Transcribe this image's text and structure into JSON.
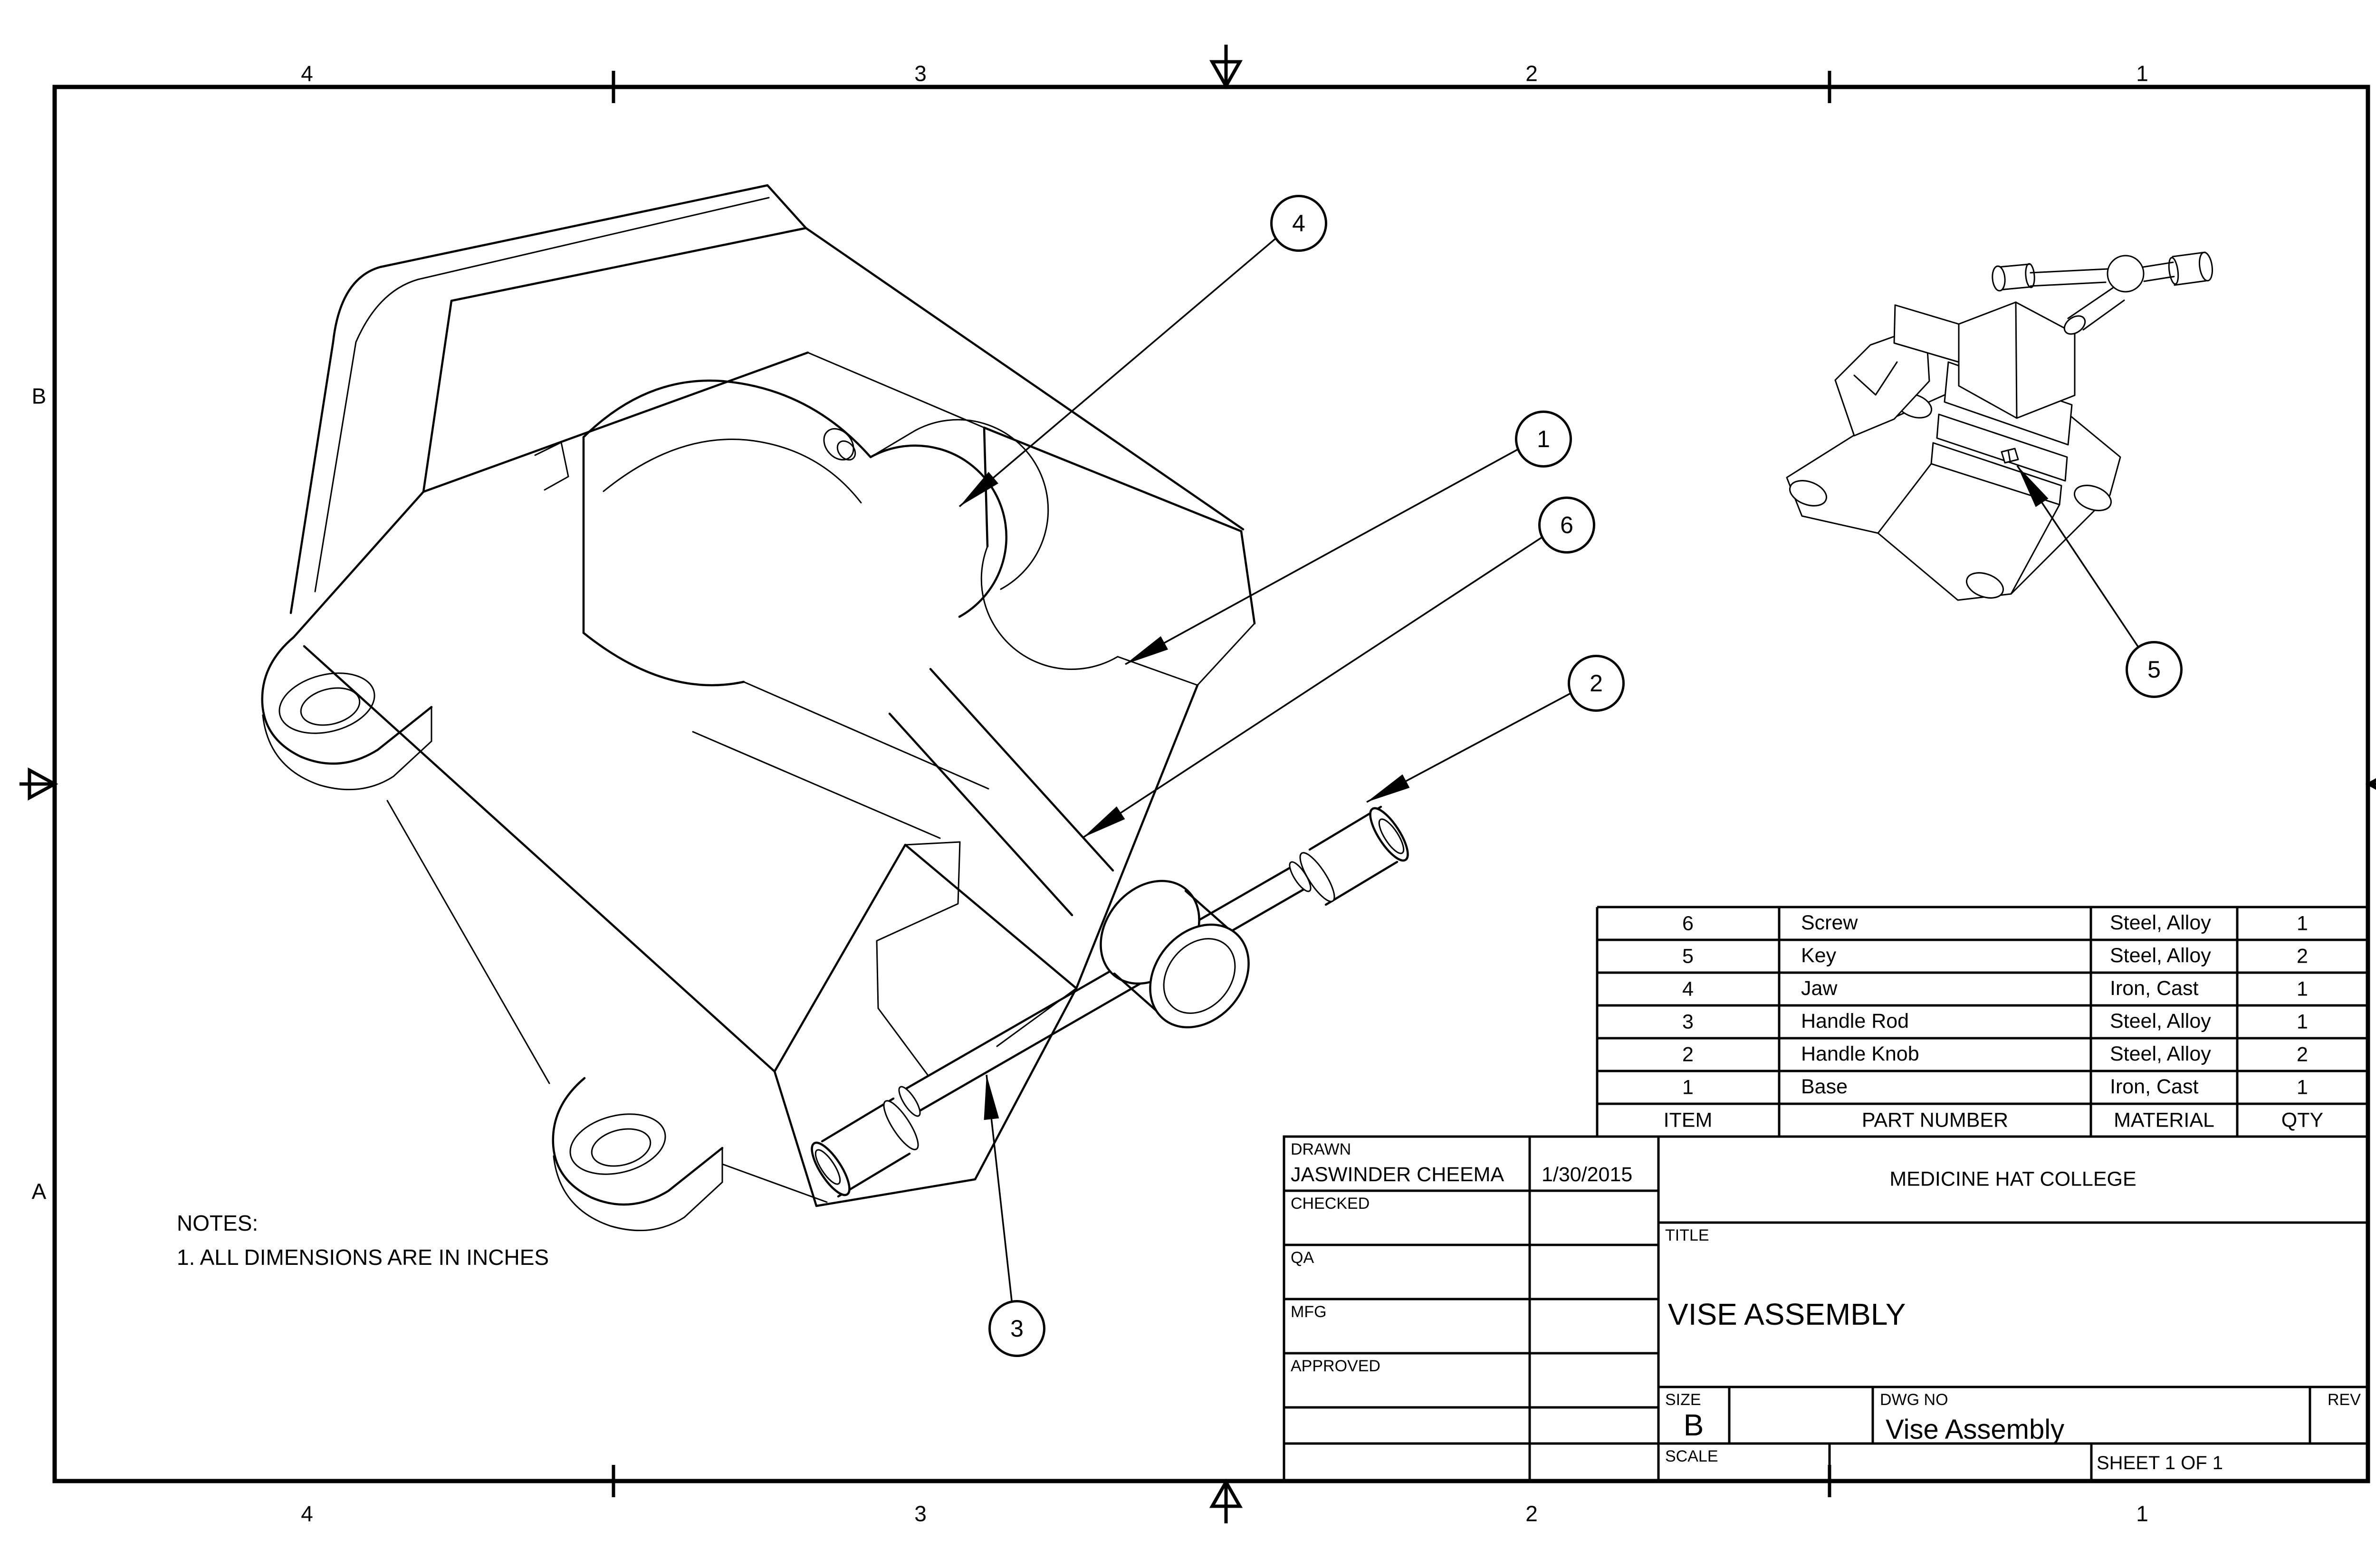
{
  "sheet": {
    "zones": {
      "columns": [
        "4",
        "3",
        "2",
        "1"
      ],
      "rows": [
        "B",
        "A"
      ]
    }
  },
  "notes": {
    "heading": "NOTES:",
    "items": [
      "1. ALL DIMENSIONS ARE IN INCHES"
    ]
  },
  "parts_table": {
    "headers": {
      "item": "ITEM",
      "part_number": "PART NUMBER",
      "material": "MATERIAL",
      "qty": "QTY"
    },
    "rows": [
      {
        "item": "6",
        "part_number": "Screw",
        "material": "Steel, Alloy",
        "qty": "1"
      },
      {
        "item": "5",
        "part_number": "Key",
        "material": "Steel, Alloy",
        "qty": "2"
      },
      {
        "item": "4",
        "part_number": "Jaw",
        "material": "Iron, Cast",
        "qty": "1"
      },
      {
        "item": "3",
        "part_number": "Handle Rod",
        "material": "Steel, Alloy",
        "qty": "1"
      },
      {
        "item": "2",
        "part_number": "Handle Knob",
        "material": "Steel, Alloy",
        "qty": "2"
      },
      {
        "item": "1",
        "part_number": "Base",
        "material": "Iron, Cast",
        "qty": "1"
      }
    ]
  },
  "title_block": {
    "labels": {
      "drawn": "DRAWN",
      "checked": "CHECKED",
      "qa": "QA",
      "mfg": "MFG",
      "approved": "APPROVED",
      "title": "TITLE",
      "size": "SIZE",
      "dwg_no": "DWG NO",
      "rev": "REV",
      "scale": "SCALE"
    },
    "drawn_by": "JASWINDER CHEEMA",
    "drawn_date": "1/30/2015",
    "company": "MEDICINE HAT COLLEGE",
    "title": "VISE ASSEMBLY",
    "size": "B",
    "dwg_no": "Vise Assembly",
    "sheet": "SHEET 1  OF 1"
  },
  "balloons": [
    {
      "label": "4",
      "item": "Jaw"
    },
    {
      "label": "1",
      "item": "Base"
    },
    {
      "label": "6",
      "item": "Screw"
    },
    {
      "label": "2",
      "item": "Handle Knob"
    },
    {
      "label": "3",
      "item": "Handle Rod"
    },
    {
      "label": "5",
      "item": "Key"
    }
  ]
}
